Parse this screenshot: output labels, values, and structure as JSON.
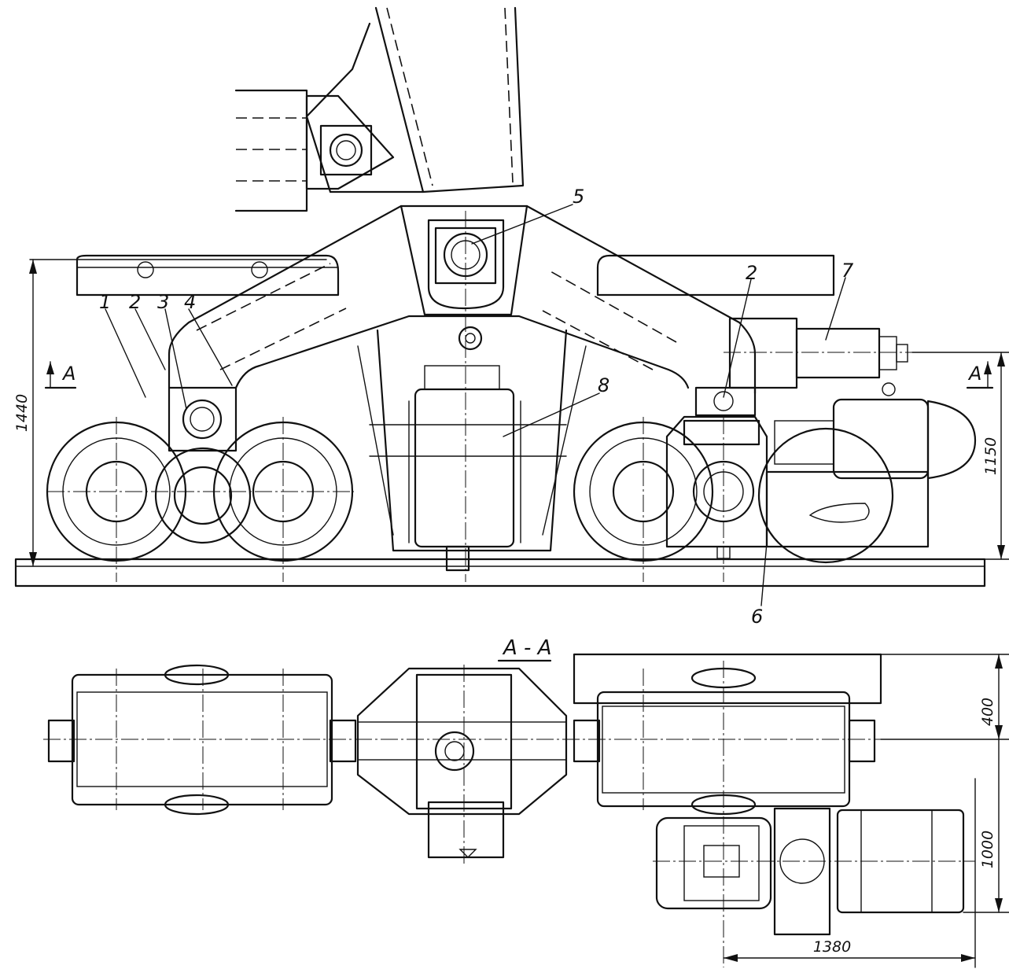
{
  "callouts": {
    "n1": "1",
    "n2_left": "2",
    "n3": "3",
    "n4": "4",
    "n5": "5",
    "n2_right": "2",
    "n7": "7",
    "n8": "8",
    "n6": "6"
  },
  "section_marks": {
    "left": "A",
    "right": "A",
    "view_title": "A - A"
  },
  "dimensions": {
    "height_left": "1440",
    "height_right": "1150",
    "plan_top": "400",
    "plan_side": "1000",
    "plan_bottom": "1380"
  }
}
